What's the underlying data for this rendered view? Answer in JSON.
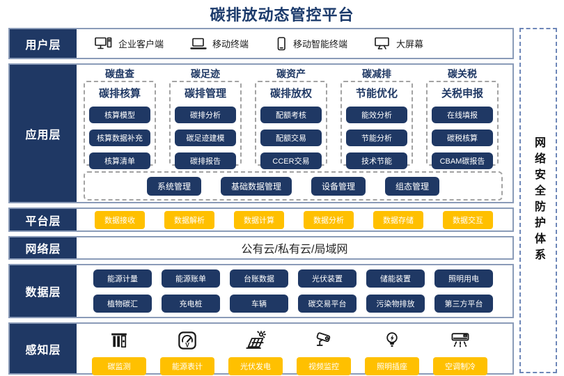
{
  "title": "碳排放动态管控平台",
  "security_panel": {
    "label": "网络安全防护体系"
  },
  "layers": {
    "user": {
      "label": "用户层",
      "items": [
        {
          "icon": "desktop-computer-icon",
          "label": "企业客户端"
        },
        {
          "icon": "laptop-icon",
          "label": "移动终端"
        },
        {
          "icon": "smartphone-icon",
          "label": "移动智能终端"
        },
        {
          "icon": "big-screen-icon",
          "label": "大屏幕"
        }
      ]
    },
    "application": {
      "label": "应用层",
      "columns": [
        {
          "header": "碳盘查",
          "subheader": "碳排核算",
          "buttons": [
            "核算模型",
            "核算数据补充",
            "核算清单"
          ]
        },
        {
          "header": "碳足迹",
          "subheader": "碳排管理",
          "buttons": [
            "碳排分析",
            "碳足迹建模",
            "碳排报告"
          ]
        },
        {
          "header": "碳资产",
          "subheader": "碳排放权",
          "buttons": [
            "配额考核",
            "配额交易",
            "CCER交易"
          ]
        },
        {
          "header": "碳减排",
          "subheader": "节能优化",
          "buttons": [
            "能效分析",
            "节能分析",
            "技术节能"
          ]
        },
        {
          "header": "碳关税",
          "subheader": "关税申报",
          "buttons": [
            "在线填报",
            "碳税核算",
            "CBAM碳报告"
          ]
        }
      ],
      "common_buttons": [
        "系统管理",
        "基础数据管理",
        "设备管理",
        "组态管理"
      ]
    },
    "platform": {
      "label": "平台层",
      "buttons": [
        "数据接收",
        "数据解析",
        "数据计算",
        "数据分析",
        "数据存储",
        "数据交互"
      ]
    },
    "network": {
      "label": "网络层",
      "text": "公有云/私有云/局域网"
    },
    "data": {
      "label": "数据层",
      "rows": [
        [
          "能源计量",
          "能源账单",
          "台账数据",
          "光伏装置",
          "储能装置",
          "照明用电"
        ],
        [
          "植物碳汇",
          "充电桩",
          "车辆",
          "碳交易平台",
          "污染物排放",
          "第三方平台"
        ]
      ]
    },
    "perception": {
      "label": "感知层",
      "items": [
        {
          "icon": "carbon-monitor-icon",
          "label": "碳监测"
        },
        {
          "icon": "energy-meter-icon",
          "label": "能源表计"
        },
        {
          "icon": "solar-panel-icon",
          "label": "光伏发电"
        },
        {
          "icon": "cctv-camera-icon",
          "label": "视频监控"
        },
        {
          "icon": "light-bulb-icon",
          "label": "照明插座"
        },
        {
          "icon": "air-conditioner-icon",
          "label": "空调制冷"
        }
      ]
    }
  },
  "colors": {
    "navy": "#1F3864",
    "yellow": "#FFC000",
    "box_border": "#8A9BB8"
  }
}
